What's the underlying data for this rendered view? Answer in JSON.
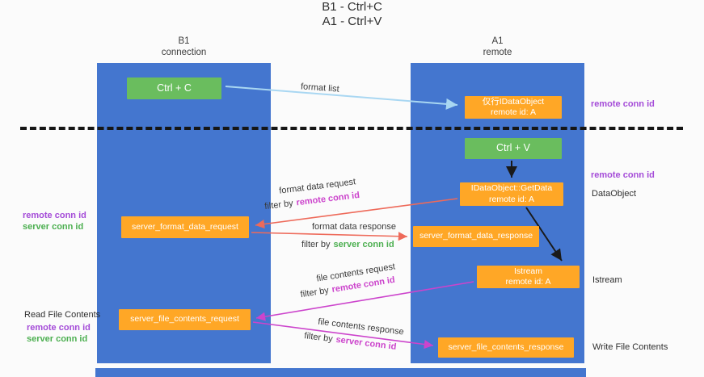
{
  "title": {
    "line1": "B1 - Ctrl+C",
    "line2": "A1 - Ctrl+V"
  },
  "lifelines": {
    "left": {
      "name": "B1",
      "subtitle": "connection"
    },
    "right": {
      "name": "A1",
      "subtitle": "remote"
    }
  },
  "boxes": {
    "ctrl_c": "Ctrl + C",
    "ctrl_v": "Ctrl + V",
    "idataobject": {
      "line1": "仅行IDataObject",
      "line2": "remote id: A"
    },
    "getdata": {
      "line1": "IDataObject::GetData",
      "line2": "remote id: A"
    },
    "istream": {
      "line1": "Istream",
      "line2": "remote id: A"
    },
    "format_request": "server_format_data_request",
    "format_response": "server_format_data_response",
    "file_request": "server_file_contents_request",
    "file_response": "server_file_contents_response"
  },
  "arrow_labels": {
    "format_list": "format list",
    "format_data_request": "format data request",
    "format_data_response": "format data response",
    "file_contents_request": "file contents request",
    "file_contents_response": "file contents response",
    "filter_by": "filter by",
    "remote_conn_id": "remote conn id",
    "server_conn_id": "server conn id"
  },
  "side_labels": {
    "remote_conn_id": "remote conn id",
    "server_conn_id": "server conn id",
    "dataobject": "DataObject",
    "istream": "Istream",
    "read_file_contents": "Read File Contents",
    "write_file_contents": "Write File Contents"
  },
  "colors": {
    "lifeline_blue": "#4476cf",
    "box_green": "#6abd5e",
    "box_orange": "#ffa726",
    "arrow_light_blue": "#a9d7f2",
    "arrow_red": "#ee6a5a",
    "arrow_magenta": "#cc44cc",
    "arrow_black": "#1a1a1a",
    "text_purple": "#a44bd8",
    "text_green": "#4caf50"
  }
}
